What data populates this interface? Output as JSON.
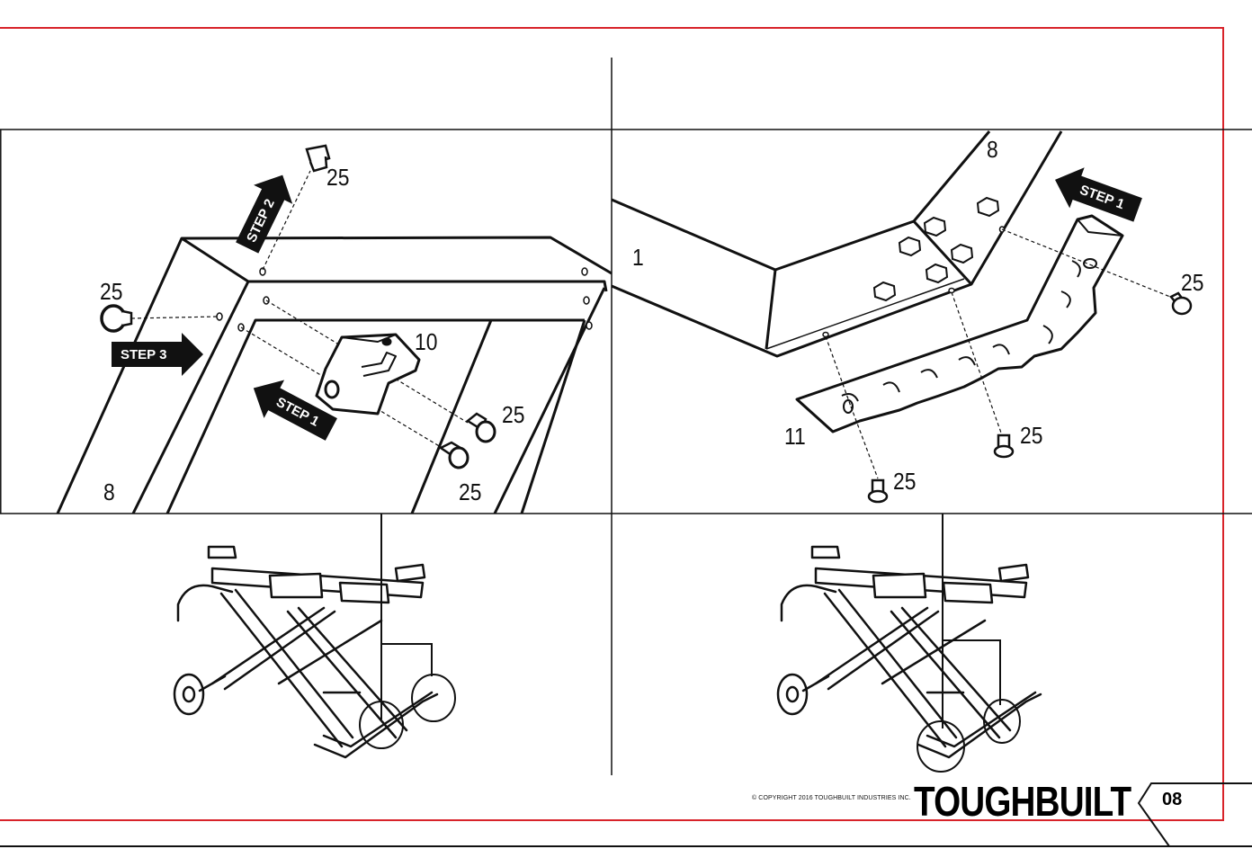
{
  "document": {
    "page_number": "08",
    "copyright": "© COPYRIGHT 2016 TOUGHBUILT INDUSTRIES INC.",
    "brand": "TOUGHBUILT"
  },
  "panel_left": {
    "labels": {
      "part_25_top": "25",
      "part_25_left": "25",
      "part_10": "10",
      "part_25_mid": "25",
      "part_25_bottom": "25",
      "part_8": "8"
    },
    "steps": {
      "step1": "STEP 1",
      "step2": "STEP 2",
      "step3": "STEP 3"
    }
  },
  "panel_right": {
    "labels": {
      "part_8": "8",
      "part_1": "1",
      "part_25_right": "25",
      "part_11": "11",
      "part_25_mid": "25",
      "part_25_bottom": "25"
    },
    "steps": {
      "step1": "STEP 1"
    }
  },
  "colors": {
    "border_red": "#d8232a",
    "ink": "#111111"
  }
}
